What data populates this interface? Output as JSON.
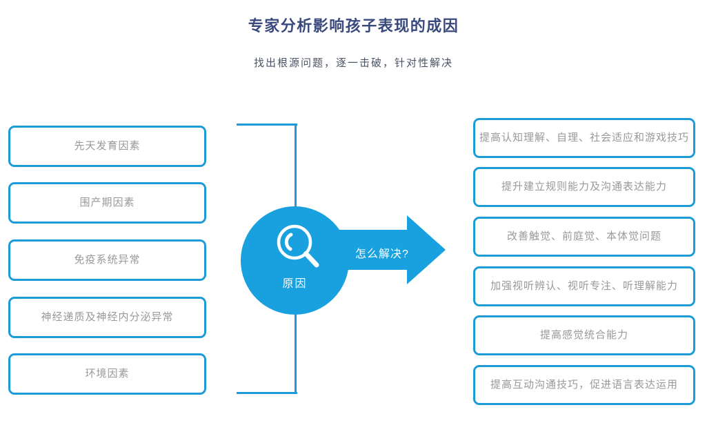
{
  "header": {
    "title": "专家分析影响孩子表现的成因",
    "subtitle": "找出根源问题，逐一击破，针对性解决"
  },
  "causes": [
    "先天发育因素",
    "围产期因素",
    "免疫系统异常",
    "神经递质及神经内分泌异常",
    "环境因素"
  ],
  "center": {
    "icon": "magnifier-icon",
    "circle_label": "原因",
    "arrow_label": "怎么解决?"
  },
  "solutions": [
    "提高认知理解、自理、社会适应和游戏技巧",
    "提升建立规则能力及沟通表达能力",
    "改善触觉、前庭觉、本体觉问题",
    "加强视听辨认、视听专注、听理解能力",
    "提高感觉统合能力",
    "提高互动沟通技巧，促进语言表达运用"
  ],
  "colors": {
    "accent_blue": "#1b9cd8",
    "circle_blue": "#18a0df",
    "title_navy": "#39497e",
    "subtitle_color": "#4a5264",
    "box_text_gray": "#999999"
  }
}
